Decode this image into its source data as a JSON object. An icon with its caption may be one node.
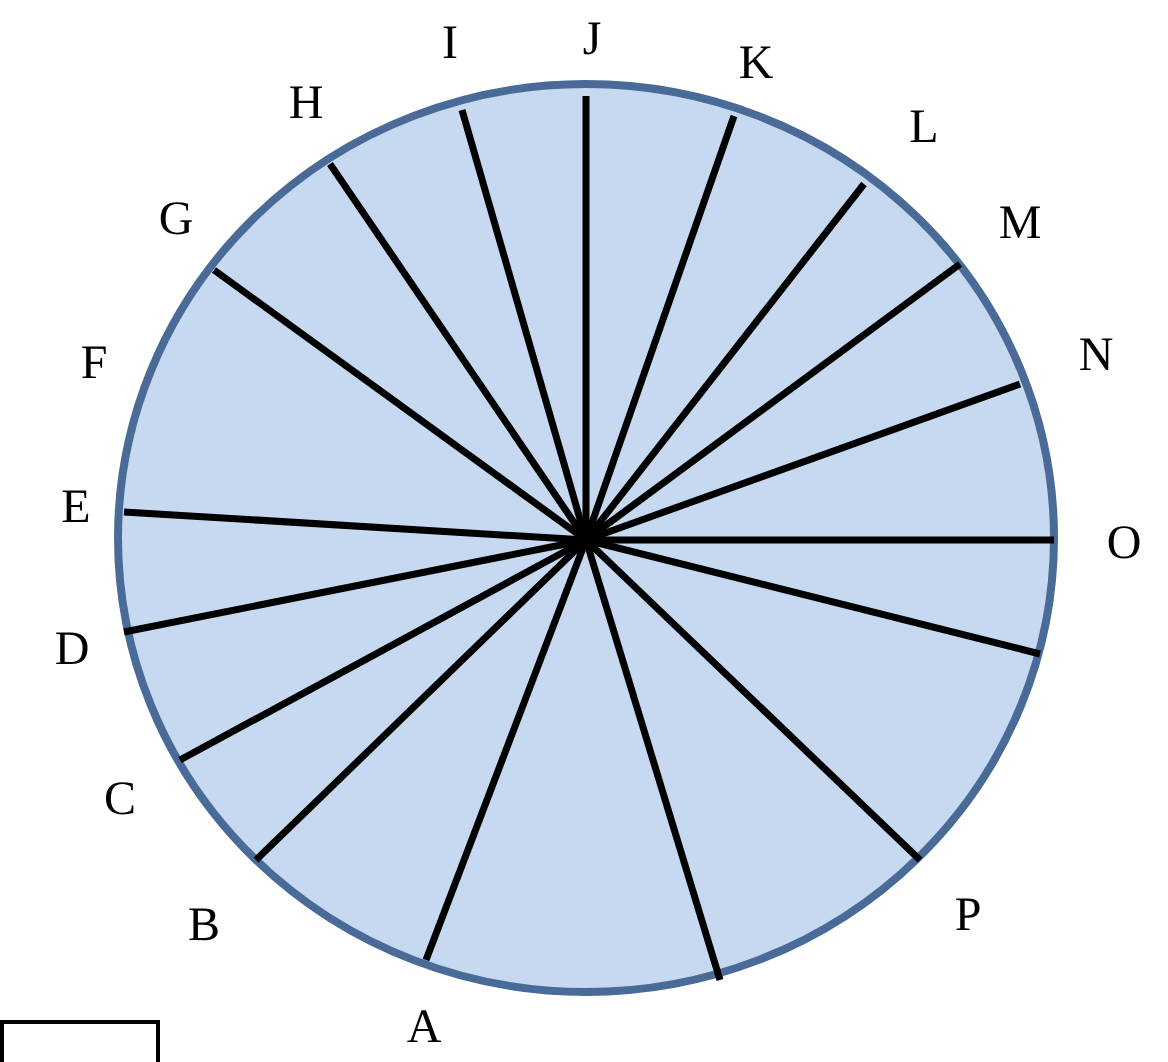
{
  "diagram": {
    "nodes": [
      {
        "text": [],
        "shape": "circle"
      },
      {
        "text": [],
        "shape": "box"
      }
    ],
    "labels": [
      "J",
      "K",
      "I",
      "H",
      "L",
      "G",
      "M",
      "N",
      "F",
      "E",
      "O",
      "D",
      "C",
      "B",
      "P",
      "A"
    ]
  }
}
